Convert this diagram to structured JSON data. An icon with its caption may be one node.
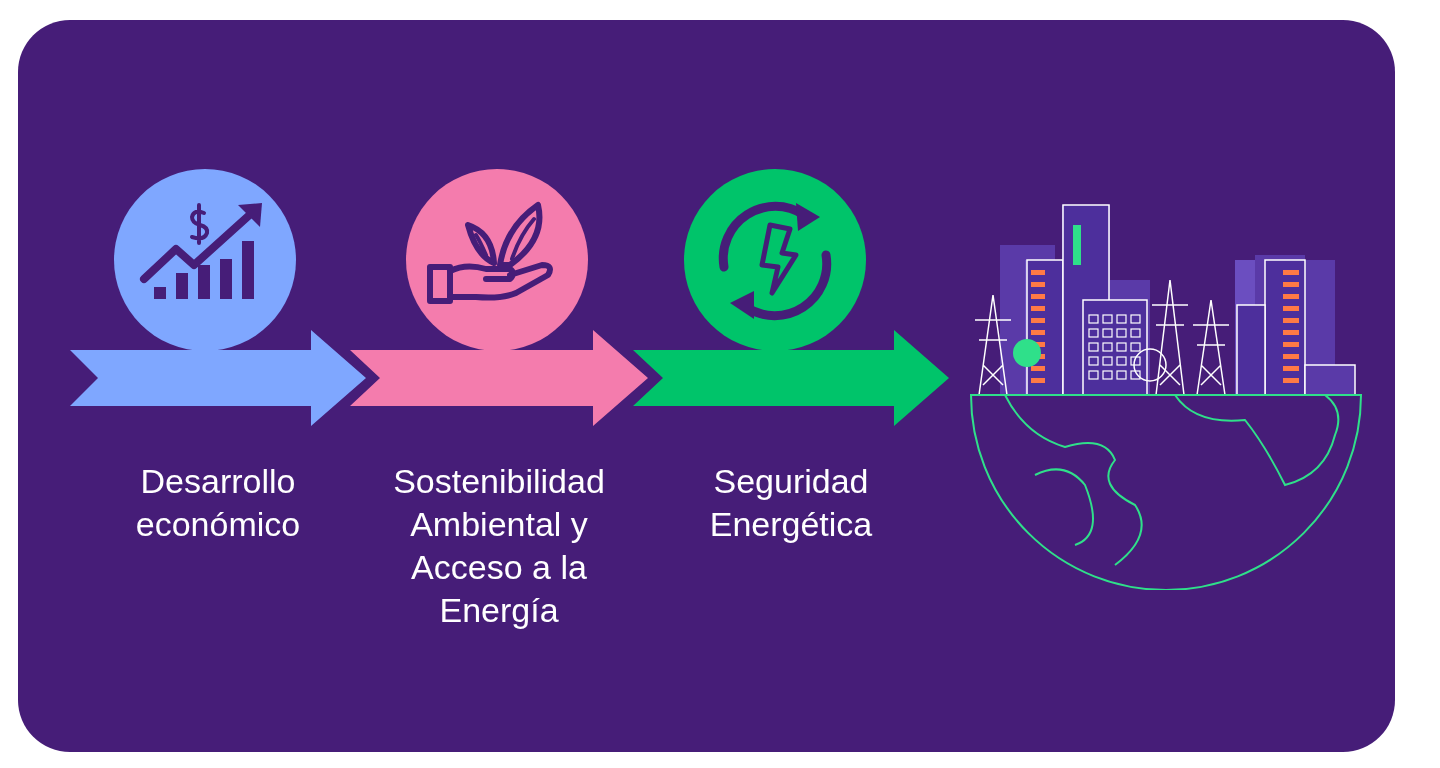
{
  "diagram": {
    "nodes": [
      {
        "text": [
          "Desarrollo económico"
        ]
      },
      {
        "text": [
          "Sostenibilidad Ambiental y Acceso a la Energía"
        ]
      },
      {
        "text": [
          "Seguridad Energética"
        ]
      },
      {
        "text": [],
        "shape": "picture"
      }
    ]
  }
}
